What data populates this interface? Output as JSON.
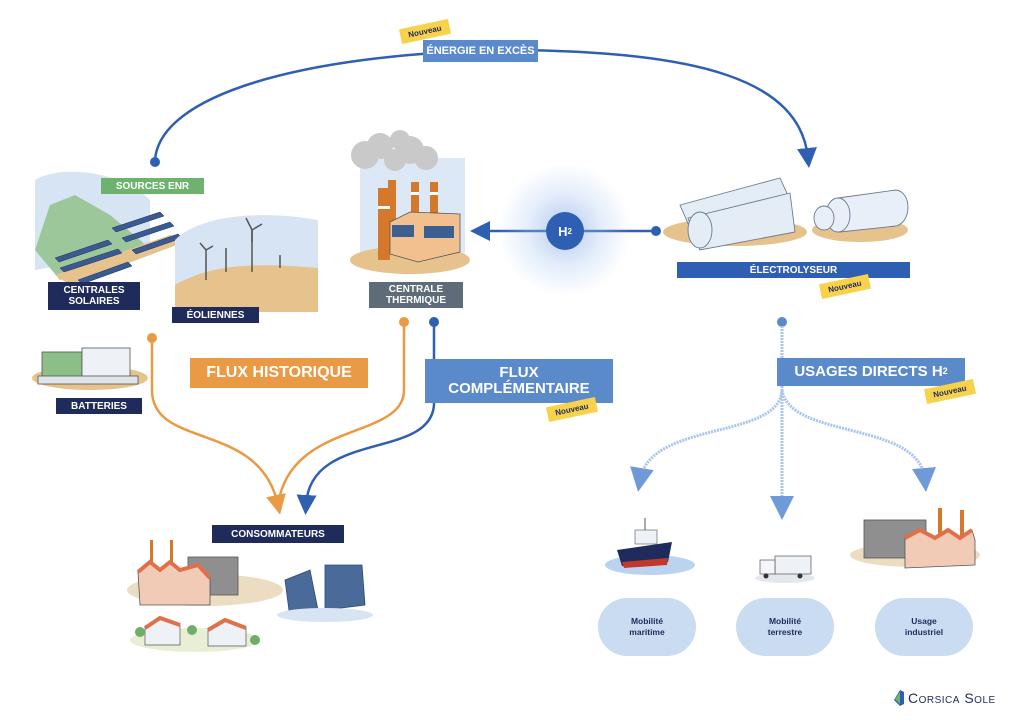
{
  "title_label": "Énergie en excès",
  "badge_text": "Nouveau",
  "sources": {
    "group_label": "Sources ENR",
    "solar_label_1": "Centrales",
    "solar_label_2": "solaires",
    "wind_label": "Éoliennes",
    "battery_label": "Batteries"
  },
  "thermal": {
    "label_1": "Centrale",
    "label_2": "thermique"
  },
  "hydrogen": {
    "symbol": "H",
    "subscript": "2"
  },
  "electrolyser": {
    "label": "Électrolyseur"
  },
  "flows": {
    "historic": "Flux historique",
    "complementary_1": "Flux",
    "complementary_2": "complémentaire",
    "direct_uses": "Usages directs H",
    "direct_uses_sub": "2"
  },
  "consumers": {
    "label": "Consommateurs"
  },
  "uses": [
    {
      "line1": "Mobilité",
      "line2": "maritime"
    },
    {
      "line1": "Mobilité",
      "line2": "terrestre"
    },
    {
      "line1": "Usage",
      "line2": "industriel"
    }
  ],
  "brand": {
    "name": "Corsica Sole"
  },
  "colors": {
    "navy": "#1f2b5a",
    "blue": "#2f5fb3",
    "light_blue": "#5b8acb",
    "orange": "#ea9a44",
    "green": "#6db36d",
    "yellow": "#f7d24a",
    "pale_blue": "#c9dcf2"
  }
}
